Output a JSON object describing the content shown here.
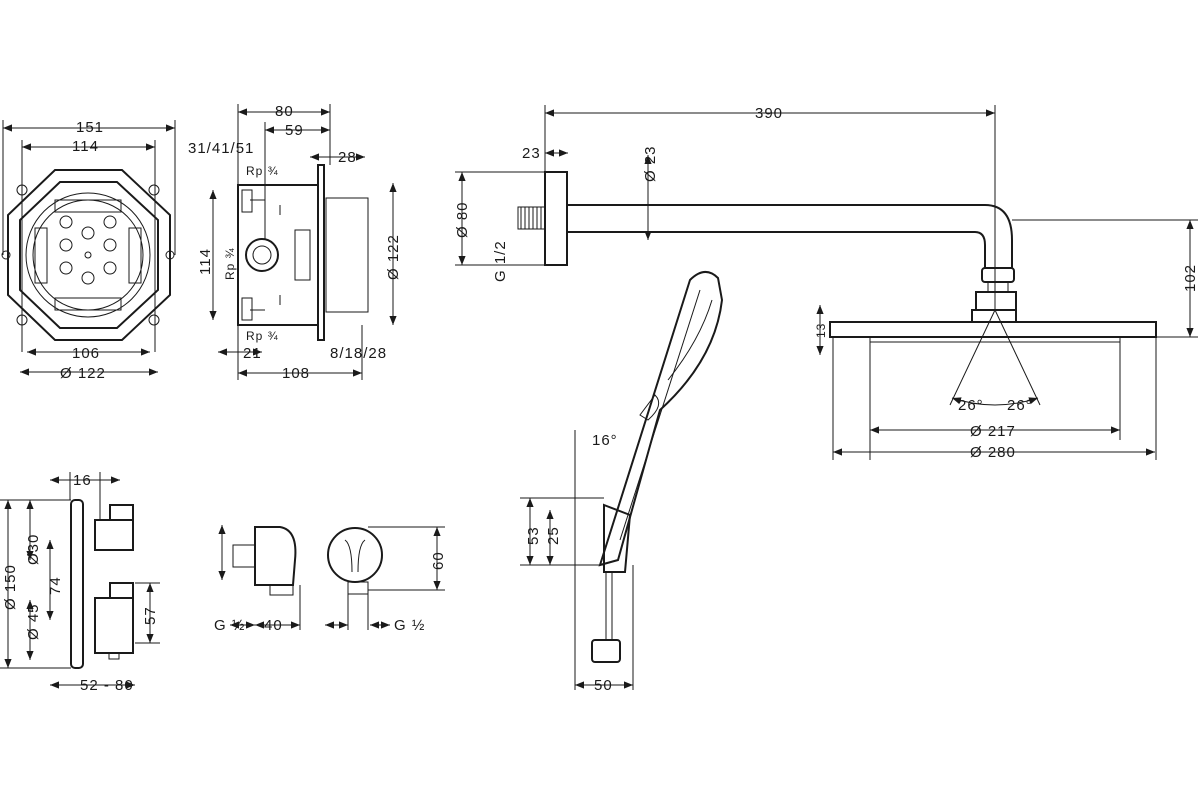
{
  "title": "Technical dimension drawing - concealed shower set",
  "colors": {
    "line": "#1a1a1a",
    "background": "#ffffff"
  },
  "install_box_front": {
    "width_151": "151",
    "width_114": "114",
    "width_106": "106",
    "dia_122": "Ø 122"
  },
  "install_box_side": {
    "depth_80": "80",
    "depth_59": "59",
    "options_31_41_51": "31/41/51",
    "d_28": "28",
    "rp_top": "Rp ¾",
    "rp_mid": "Rp ¾",
    "rp_bottom": "Rp ¾",
    "height_114": "114",
    "dia_122": "Ø 122",
    "d_21": "21",
    "d_108": "108",
    "options_8_18_28": "8/18/28"
  },
  "shower_arm": {
    "length_390": "390",
    "d_23": "23",
    "dia_23": "Ø 23",
    "dia_80": "Ø 80",
    "thread": "G 1/2",
    "height_102": "102"
  },
  "overhead_shower": {
    "thickness_13": "13",
    "angle_left": "26°",
    "angle_right": "26°",
    "dia_217": "Ø 217",
    "dia_280": "Ø 280"
  },
  "hand_shower": {
    "angle_16": "16°",
    "h_53": "53",
    "h_25": "25",
    "w_50": "50"
  },
  "thermostat": {
    "d_16": "16",
    "dia_150": "Ø 150",
    "dia_30": "Ø30",
    "d_74": "74",
    "dia_45": "Ø 45",
    "d_57": "57",
    "range_52_80": "52 - 80"
  },
  "wall_outlet": {
    "thread_left": "G ½",
    "d_40": "40",
    "d_60": "60",
    "thread_right": "G ½"
  }
}
